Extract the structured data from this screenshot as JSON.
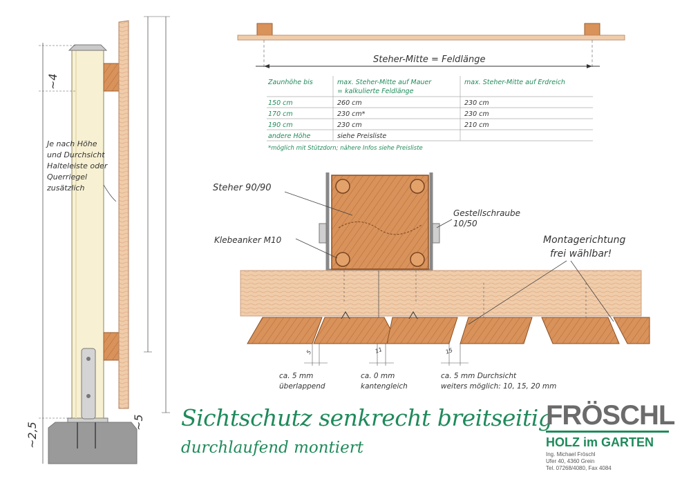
{
  "dimensions": {
    "top_height": "~4",
    "bottom_height": "~2,5",
    "right_offset": "~5"
  },
  "notes": {
    "side_note_lines": [
      "Je nach Höhe",
      "und Durchsicht",
      "Halteleiste oder",
      "Querriegel",
      "zusätzlich"
    ]
  },
  "plan": {
    "spacing_label": "Steher-Mitte = Feldlänge"
  },
  "table": {
    "headers": [
      [
        "Zaunhöhe bis"
      ],
      [
        "max. Steher-Mitte auf Mauer",
        "= kalkulierte Feldlänge"
      ],
      [
        "max. Steher-Mitte auf Erdreich"
      ]
    ],
    "rows": [
      {
        "height": "150 cm",
        "wall": "260 cm",
        "ground": "230 cm"
      },
      {
        "height": "170 cm",
        "wall": "230 cm*",
        "ground": "230 cm"
      },
      {
        "height": "190 cm",
        "wall": "230 cm",
        "ground": "210 cm"
      },
      {
        "height": "andere Höhe",
        "wall": "siehe Preisliste",
        "ground": ""
      }
    ],
    "footnote": "*möglich mit Stützdorn; nähere Infos siehe Preisliste"
  },
  "section": {
    "post_label": "Steher 90/90",
    "screw_label": [
      "Gestellschraube",
      "10/50"
    ],
    "anchor_label": "Klebeanker M10",
    "direction_label": [
      "Montagerichtung",
      "frei wählbar!"
    ],
    "gap_marks": [
      "5",
      "11",
      "15"
    ],
    "gap_captions": [
      [
        "ca. 5 mm",
        "überlappend"
      ],
      [
        "ca. 0 mm",
        "kantengleich"
      ],
      [
        "ca. 5 mm Durchsicht",
        "weiters möglich: 10, 15, 20 mm"
      ]
    ]
  },
  "title": "Sichtschutz senkrecht breitseitig",
  "subtitle": "durchlaufend montiert",
  "company": {
    "name": "FRÖSCHL",
    "tagline": "HOLZ im GARTEN",
    "address": [
      "Ing. Michael Fröschl",
      "Ufer 40, 4360 Grein",
      "Tel. 07268/4080, Fax 4084"
    ]
  },
  "colors": {
    "accent_green": "#1f8a5a",
    "wood": "#d8925a",
    "wood_light": "#f0ccaa",
    "post_cream": "#f7f0d2",
    "concrete": "#9a9a9a",
    "logo_grey": "#6b6b6b"
  }
}
